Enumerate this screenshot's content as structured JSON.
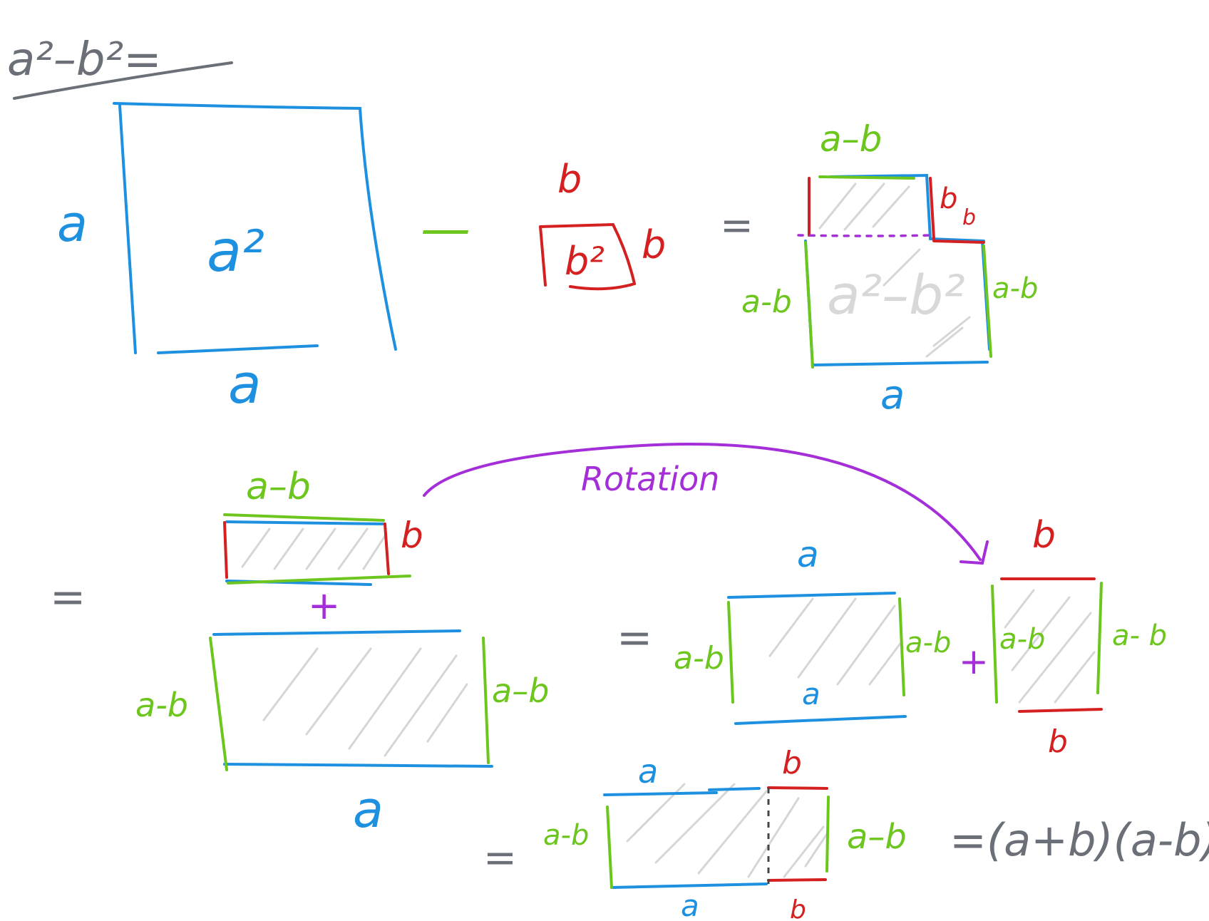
{
  "colors": {
    "blue": "#1e90e0",
    "red": "#d42020",
    "green": "#6cc61e",
    "purple": "#a42ed8",
    "gray": "#6b6f78",
    "hatch": "#d6d6d6"
  },
  "heading": "a²–b²=",
  "step1": {
    "big_square": {
      "side_left": "a",
      "center": "a²",
      "side_bottom": "a"
    },
    "minus": "—",
    "small_square": {
      "side_top": "b",
      "center": "b²",
      "side_right": "b"
    },
    "equals": "=",
    "result": {
      "top": "a–b",
      "right_small_1": "b",
      "right_small_2": "b",
      "left": "a-b",
      "center": "a²–b²",
      "right": "a-b",
      "bottom": "a"
    }
  },
  "step2": {
    "equals": "=",
    "strip": {
      "top": "a–b",
      "right": "b"
    },
    "plus": "+",
    "rect": {
      "left": "a-b",
      "right": "a–b",
      "bottom": "a"
    },
    "rotation_label": "Rotation",
    "equals2": "=",
    "rect_a": {
      "top": "a",
      "left": "a-b",
      "right": "a-b",
      "bottom": "a"
    },
    "plus2": "+",
    "rect_b": {
      "top": "b",
      "left": "a-b",
      "right": "a- b",
      "bottom": "b"
    }
  },
  "step3": {
    "equals": "=",
    "left": "a-b",
    "top_a": "a",
    "top_b": "b",
    "right": "a–b",
    "bottom_a": "a",
    "bottom_b": "b",
    "final": "=(a+b)(a-b)"
  }
}
